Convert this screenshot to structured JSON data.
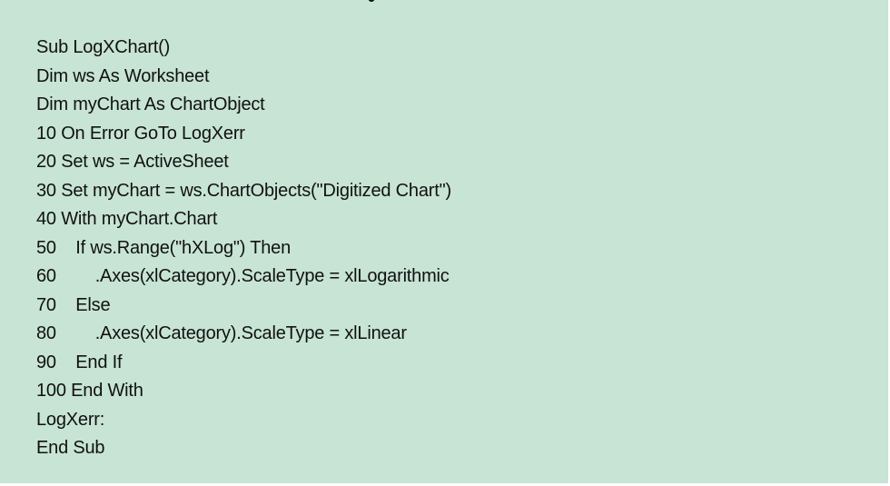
{
  "code": {
    "lines": [
      "Sub LogXChart()",
      "Dim ws As Worksheet",
      "Dim myChart As ChartObject",
      "10 On Error GoTo LogXerr",
      "20 Set ws = ActiveSheet",
      "30 Set myChart = ws.ChartObjects(\"Digitized Chart\")",
      "40 With myChart.Chart",
      "50    If ws.Range(\"hXLog\") Then",
      "60        .Axes(xlCategory).ScaleType = xlLogarithmic",
      "70    Else",
      "80        .Axes(xlCategory).ScaleType = xlLinear",
      "90    End If",
      "100 End With",
      "LogXerr:",
      "End Sub"
    ]
  },
  "colors": {
    "panel_background": "#c7e4d4",
    "text": "#111111"
  }
}
